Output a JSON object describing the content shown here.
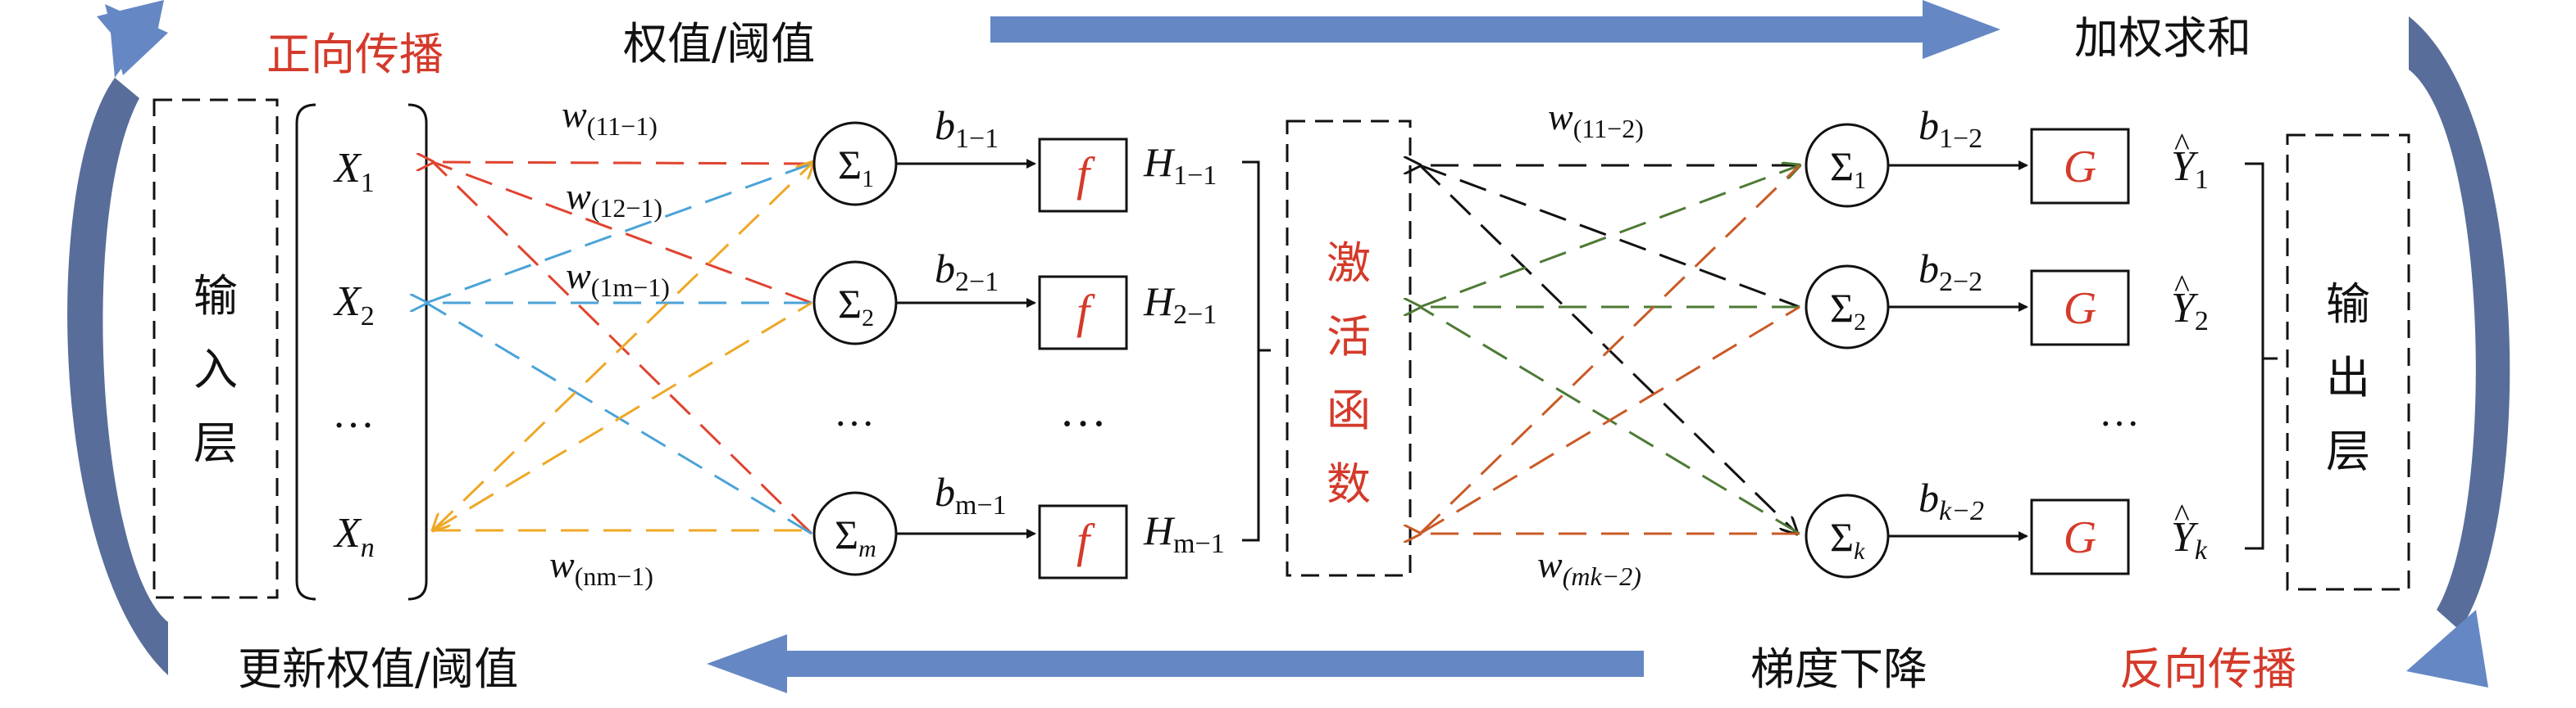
{
  "colors": {
    "red": "#d43a2a",
    "blue_arrow": "#6588c4",
    "dark_blue_arrow": "#465d8e",
    "black": "#111111",
    "line_red": "#e0432f",
    "line_blue": "#4aa3d8",
    "line_orange": "#eea826",
    "line_green": "#4e7a35",
    "line_brown": "#c95a26"
  },
  "labels": {
    "forward": "正向传播",
    "weights_thresholds": "权值/阈值",
    "weighted_sum": "加权求和",
    "update": "更新权值/阈值",
    "gradient": "梯度下降",
    "backward": "反向传播"
  },
  "input_layer": {
    "title": [
      "输",
      "入",
      "层"
    ]
  },
  "inputs": [
    {
      "name": "X",
      "sub": "1"
    },
    {
      "name": "X",
      "sub": "2"
    },
    {
      "name": "…",
      "sub": ""
    },
    {
      "name": "X",
      "sub": "n"
    }
  ],
  "weights1": [
    {
      "w": "w",
      "sub": "(11−1)"
    },
    {
      "w": "w",
      "sub": "(12−1)"
    },
    {
      "w": "w",
      "sub": "(1m−1)"
    },
    {
      "w": "w",
      "sub": "(nm−1)"
    }
  ],
  "hidden_sums": [
    {
      "sigma": "Σ",
      "sub": "1"
    },
    {
      "sigma": "Σ",
      "sub": "2"
    },
    {
      "sigma": "…",
      "sub": ""
    },
    {
      "sigma": "Σ",
      "sub": "m"
    }
  ],
  "hidden_biases": [
    {
      "b": "b",
      "sub": "1−1"
    },
    {
      "b": "b",
      "sub": "2−1"
    },
    {
      "b": "b",
      "sub": "m−1"
    }
  ],
  "hidden_funcs": [
    "f",
    "f",
    "…",
    "f"
  ],
  "hidden_outputs": [
    {
      "h": "H",
      "sub": "1−1"
    },
    {
      "h": "H",
      "sub": "2−1"
    },
    {
      "h": "H",
      "sub": "m−1"
    }
  ],
  "activation": {
    "title": [
      "激",
      "活",
      "函",
      "数"
    ]
  },
  "weights2": [
    {
      "w": "w",
      "sub": "(11−2)"
    },
    {
      "w": "w",
      "sub": "(mk−2)"
    }
  ],
  "output_sums": [
    {
      "sigma": "Σ",
      "sub": "1"
    },
    {
      "sigma": "Σ",
      "sub": "2"
    },
    {
      "sigma": "Σ",
      "sub": "k"
    }
  ],
  "output_biases": [
    {
      "b": "b",
      "sub": "1−2"
    },
    {
      "b": "b",
      "sub": "2−2"
    },
    {
      "b": "b",
      "sub": "k−2"
    }
  ],
  "output_funcs": [
    "G",
    "G",
    "G"
  ],
  "output_dots": "…",
  "outputs": [
    {
      "y": "Y",
      "hat": "^",
      "sub": "1"
    },
    {
      "y": "Y",
      "hat": "^",
      "sub": "2"
    },
    {
      "y": "Y",
      "hat": "^",
      "sub": "k"
    }
  ],
  "output_layer": {
    "title": [
      "输",
      "出",
      "层"
    ]
  }
}
